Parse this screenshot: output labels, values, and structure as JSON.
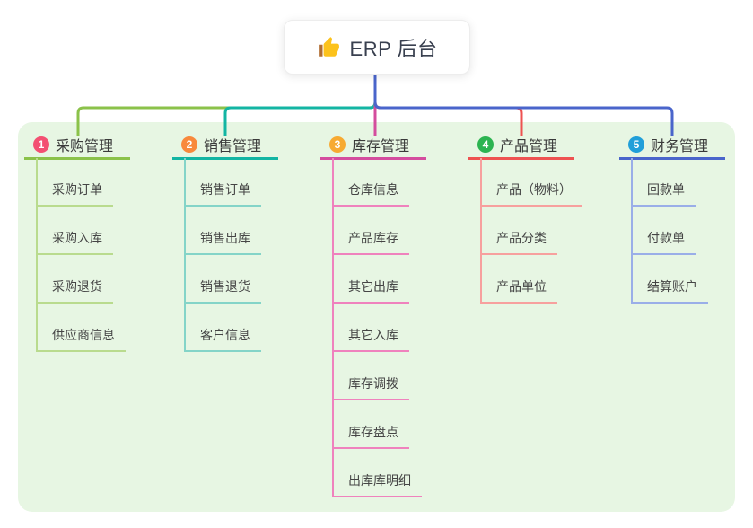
{
  "root": {
    "icon": "thumbs-up-icon",
    "label": "ERP 后台"
  },
  "panel": {
    "bg_color": "#e7f6e3"
  },
  "connector": {
    "root_line_color": "#4a65cb"
  },
  "branches": [
    {
      "num": "1",
      "title": "采购管理",
      "badge_color": "#f35072",
      "line_color": "#8bc24a",
      "child_line_color": "#b9db8e",
      "children": [
        "采购订单",
        "采购入库",
        "采购退货",
        "供应商信息"
      ]
    },
    {
      "num": "2",
      "title": "销售管理",
      "badge_color": "#f8893c",
      "line_color": "#13b5a3",
      "child_line_color": "#84d4c8",
      "children": [
        "销售订单",
        "销售出库",
        "销售退货",
        "客户信息"
      ]
    },
    {
      "num": "3",
      "title": "库存管理",
      "badge_color": "#f7aa32",
      "line_color": "#d44d9e",
      "child_line_color": "#ef82bd",
      "children": [
        "仓库信息",
        "产品库存",
        "其它出库",
        "其它入库",
        "库存调拨",
        "库存盘点",
        "出库库明细"
      ]
    },
    {
      "num": "4",
      "title": "产品管理",
      "badge_color": "#2cb451",
      "line_color": "#ee5251",
      "child_line_color": "#f7a09e",
      "children": [
        "产品（物料）",
        "产品分类",
        "产品单位"
      ]
    },
    {
      "num": "5",
      "title": "财务管理",
      "badge_color": "#219fd9",
      "line_color": "#4a65cb",
      "child_line_color": "#9aaee8",
      "children": [
        "回款单",
        "付款单",
        "结算账户"
      ]
    }
  ]
}
